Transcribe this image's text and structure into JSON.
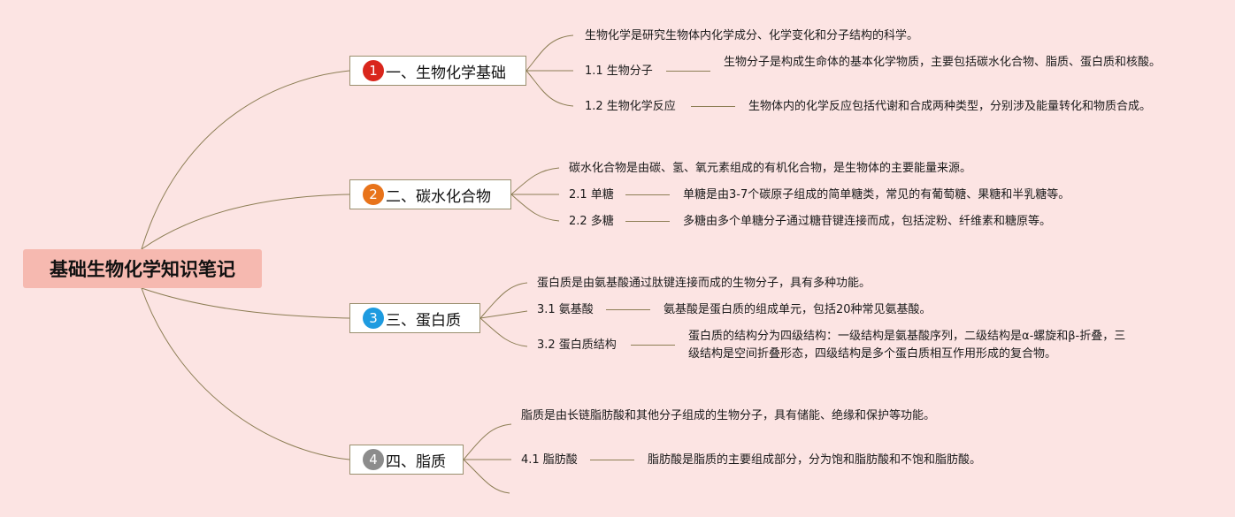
{
  "root": {
    "title": "基础生物化学知识笔记"
  },
  "sections": [
    {
      "number": "1",
      "title": "一、生物化学基础",
      "color": "#d9261c",
      "intro": "生物化学是研究生物体内化学成分、化学变化和分子结构的科学。",
      "subs": [
        {
          "label": "1.1 生物分子",
          "text": "生物分子是构成生命体的基本化学物质，主要包括碳水化合物、脂质、蛋白质和核酸。"
        },
        {
          "label": "1.2 生物化学反应",
          "text": "生物体内的化学反应包括代谢和合成两种类型，分别涉及能量转化和物质合成。"
        }
      ]
    },
    {
      "number": "2",
      "title": "二、碳水化合物",
      "color": "#e8731a",
      "intro": "碳水化合物是由碳、氢、氧元素组成的有机化合物，是生物体的主要能量来源。",
      "subs": [
        {
          "label": "2.1 单糖",
          "text": "单糖是由3-7个碳原子组成的简单糖类，常见的有葡萄糖、果糖和半乳糖等。"
        },
        {
          "label": "2.2 多糖",
          "text": "多糖由多个单糖分子通过糖苷键连接而成，包括淀粉、纤维素和糖原等。"
        }
      ]
    },
    {
      "number": "3",
      "title": "三、蛋白质",
      "color": "#1e9be0",
      "intro": "蛋白质是由氨基酸通过肽键连接而成的生物分子，具有多种功能。",
      "subs": [
        {
          "label": "3.1 氨基酸",
          "text": "氨基酸是蛋白质的组成单元，包括20种常见氨基酸。"
        },
        {
          "label": "3.2 蛋白质结构",
          "text": "蛋白质的结构分为四级结构：一级结构是氨基酸序列，二级结构是α-螺旋和β-折叠，三级结构是空间折叠形态，四级结构是多个蛋白质相互作用形成的复合物。"
        }
      ]
    },
    {
      "number": "4",
      "title": "四、脂质",
      "color": "#8c8c8c",
      "intro": "脂质是由长链脂肪酸和其他分子组成的生物分子，具有储能、绝缘和保护等功能。",
      "subs": [
        {
          "label": "4.1 脂肪酸",
          "text": "脂肪酸是脂质的主要组成部分，分为饱和脂肪酸和不饱和脂肪酸。"
        }
      ]
    }
  ]
}
